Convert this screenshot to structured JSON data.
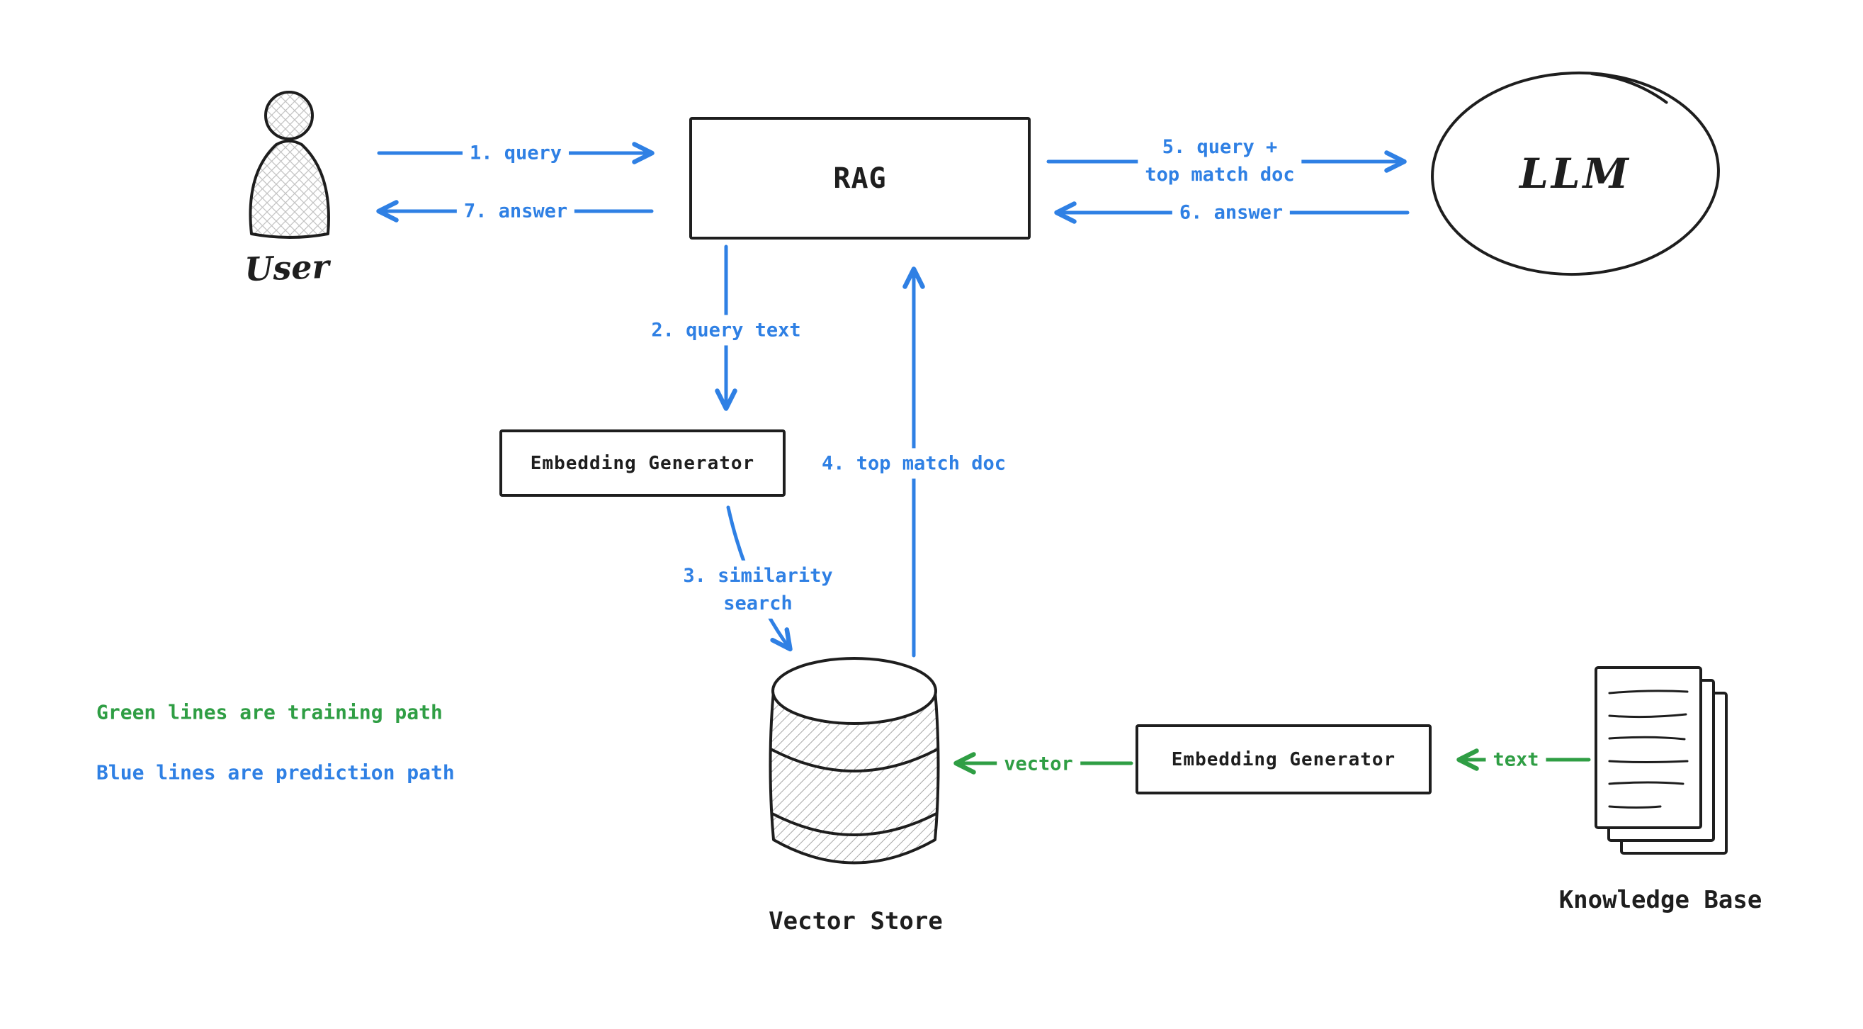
{
  "diagram": {
    "colors": {
      "prediction": "#2f80e4",
      "training": "#2f9e44",
      "ink": "#1e1e1e"
    },
    "nodes": {
      "user": "User",
      "rag": "RAG",
      "llm": "LLM",
      "embedding_generator_query": "Embedding Generator",
      "embedding_generator_training": "Embedding Generator",
      "vector_store": "Vector Store",
      "knowledge_base": "Knowledge Base"
    },
    "edges": {
      "step1_query": "1. query",
      "step2_query_text": "2. query text",
      "step3_similarity_line1": "3. similarity",
      "step3_similarity_line2": "search",
      "step4_top_match_doc": "4. top match doc",
      "step5_line1": "5. query +",
      "step5_line2": "top match doc",
      "step6_answer": "6. answer",
      "step7_answer": "7. answer",
      "vector": "vector",
      "text": "text"
    },
    "legend": {
      "training": "Green lines are training path",
      "prediction": "Blue lines are prediction path"
    }
  }
}
